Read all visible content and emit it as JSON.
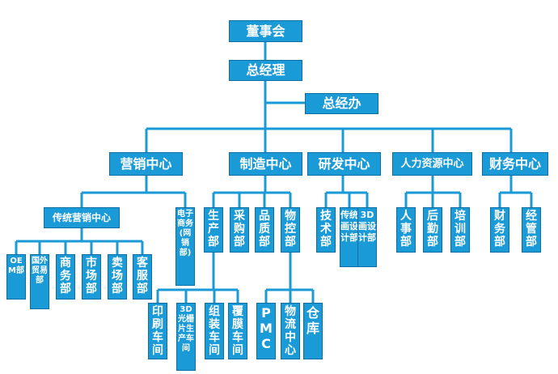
{
  "board": "董事会",
  "gm": "总经理",
  "gm_office": "总经办",
  "centers": {
    "sales": "营销中心",
    "manufacturing": "制造中心",
    "rnd": "研发中心",
    "hr": "人力资源中心",
    "finance": "财务中心"
  },
  "sales": {
    "traditional": "传统营销中心",
    "ecommerce": "电子商务(网销部)",
    "oem": "OEM部",
    "foreign_trade": "国外贸易部",
    "business": "商务部",
    "market": "市场部",
    "store": "卖场部",
    "service": "客服部"
  },
  "manufacturing": {
    "production": "生产部",
    "purchasing": "采购部",
    "quality": "品质部",
    "control": "物控部",
    "printing": "印刷车间",
    "grating": "3D光栅片生产车间",
    "assembly": "组装车间",
    "laminating": "覆膜车间",
    "pmc": "PMC",
    "logistics": "物流中心",
    "warehouse": "仓库"
  },
  "rnd": {
    "tech": "技术部",
    "traditional_design": "传统画设计部",
    "design_3d": "3D画设计部"
  },
  "hr": {
    "personnel": "人事部",
    "logistics": "后勤部",
    "training": "培训部"
  },
  "finance": {
    "finance_dept": "财务部",
    "management": "经管部"
  }
}
